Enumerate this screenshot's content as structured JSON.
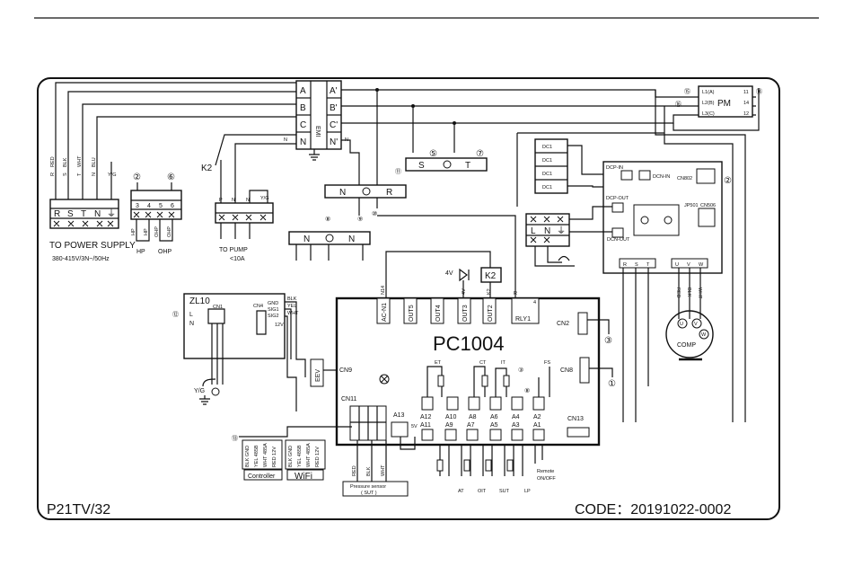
{
  "footer": {
    "model": "P21TV/32",
    "code": "CODE：20191022-0002"
  },
  "power_supply": {
    "wire_labels": [
      "R",
      "RED",
      "S",
      "BLK",
      "T",
      "WHT",
      "N",
      "BLU",
      "Y/G"
    ],
    "terminals": [
      "R",
      "S",
      "T",
      "N",
      "⏚"
    ],
    "caption1": "TO POWER SUPPLY",
    "caption2": "380-415V/3N~/50Hz"
  },
  "hp_block": {
    "numbers": [
      "3",
      "4",
      "5",
      "6"
    ],
    "labels": [
      "HP",
      "HP",
      "OHP",
      "OHP"
    ],
    "caption_hp": "HP",
    "caption_ohp": "OHP",
    "marker_2": "②",
    "marker_6": "⑥"
  },
  "pump": {
    "relay": "K2",
    "labels": [
      "P",
      "N",
      "N",
      "Y/G"
    ],
    "caption1": "TO PUMP",
    "caption2": "<10A"
  },
  "emi": {
    "label": "EMI",
    "left": [
      "A",
      "B",
      "C",
      "N"
    ],
    "right": [
      "A'",
      "B'",
      "C'",
      "N'"
    ],
    "wire_labels": [
      "N",
      "N"
    ]
  },
  "top_strip": {
    "labels": [
      "S",
      "⑤",
      "T",
      "⑦"
    ]
  },
  "mid_strip": {
    "labels": [
      "N",
      "R",
      "⑪",
      "⑩"
    ]
  },
  "n_strip": {
    "labels": [
      "N",
      "N",
      "⑨",
      "⑧"
    ]
  },
  "relay_k2": {
    "label": "K2",
    "voltage": "4V"
  },
  "pm": {
    "label": "PM",
    "pins": [
      "L1(A)",
      "L2(B)",
      "L3(C)"
    ],
    "outs": [
      "11",
      "14",
      "12"
    ],
    "markers": [
      "⑮",
      "⑯",
      "⑭"
    ]
  },
  "dc_caps": {
    "labels": [
      "DC1",
      "DC1",
      "DC1",
      "DC1"
    ]
  },
  "driver": {
    "dcp_in": "DCP-IN",
    "dcn_in": "DCN-IN",
    "dcp_out": "DCP-OUT",
    "dcn_out": "DCN-OUT",
    "cn802": "CN802",
    "jp501": "JP501",
    "cn506": "CN506",
    "outputs": [
      "R",
      "S",
      "T",
      "U",
      "V",
      "W"
    ],
    "marker": "②"
  },
  "lnt": {
    "labels": [
      "L",
      "N",
      "⏚"
    ]
  },
  "comp": {
    "label": "COMP",
    "phases": [
      "U",
      "V",
      "W"
    ],
    "wires": [
      "RED",
      "BLK",
      "WHT"
    ]
  },
  "zl10": {
    "title": "ZL10",
    "cn1": "CN1",
    "cn4": "CN4",
    "pins": [
      "L",
      "N"
    ],
    "leads": [
      "BLK",
      "YEL",
      "WHT"
    ],
    "signals": [
      "GND",
      "SIG1",
      "SIG2",
      "12V"
    ],
    "ground": "Y/G",
    "marker": "⑫"
  },
  "pc1004": {
    "title": "PC1004",
    "top_ports": [
      "AC-N1",
      "OUT5",
      "OUT4",
      "OUT3",
      "OUT2",
      "RLY1"
    ],
    "top_wire_labels": [
      "N14",
      "4V",
      "K2",
      "R",
      "4"
    ],
    "cn2": "CN2",
    "cn8": "CN8",
    "cn9": "CN9",
    "cn11": "CN11",
    "cn13": "CN13",
    "eev": "EEV",
    "a_row1": [
      "A12",
      "A10",
      "A8",
      "A6",
      "A4",
      "A2"
    ],
    "a_row2": [
      "A11",
      "A9",
      "A7",
      "A5",
      "A3",
      "A1"
    ],
    "a13": "A13",
    "sensors_top": [
      "ET",
      "CT",
      "IT",
      "FS"
    ],
    "sensors_bottom": [
      "AT",
      "OIT",
      "SUT",
      "LP"
    ],
    "remote1": "Remote",
    "remote2": "ON/OFF",
    "markers": [
      "③",
      "⑧",
      "①",
      "⑬"
    ]
  },
  "controller": {
    "label": "Controller",
    "wires": [
      "BLK GND",
      "YEL 485B",
      "WHT 485A",
      "RED 12V"
    ]
  },
  "wifi": {
    "label": "WiFi",
    "wires": [
      "BLK GND",
      "YEL 485B",
      "WHT 485A",
      "RED 12V"
    ]
  },
  "pressure": {
    "label1": "Pressure sensor",
    "label2": "( SUT )",
    "wires": [
      "RED",
      "BLK",
      "WHT"
    ],
    "marker": "5V"
  }
}
